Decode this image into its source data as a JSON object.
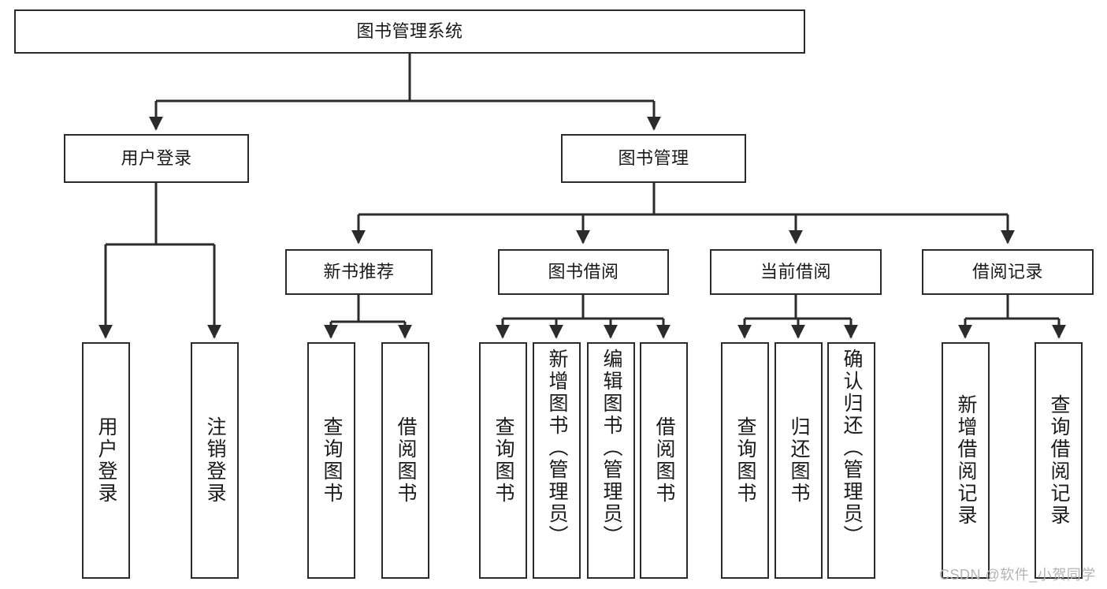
{
  "diagram": {
    "type": "tree",
    "title": "图书管理系统",
    "watermark": "CSDN @软件_小贺同学",
    "colors": {
      "border": "#2b2b2b",
      "background": "#ffffff",
      "text": "#1a1a1a",
      "watermark": "#b4b4b4"
    },
    "levels": {
      "root": {
        "label": "图书管理系统"
      },
      "level2": [
        {
          "id": "user-login",
          "label": "用户登录"
        },
        {
          "id": "book-manage",
          "label": "图书管理"
        }
      ],
      "level3": [
        {
          "id": "new-book-recommend",
          "label": "新书推荐",
          "parent": "book-manage"
        },
        {
          "id": "book-borrow",
          "label": "图书借阅",
          "parent": "book-manage"
        },
        {
          "id": "current-borrow",
          "label": "当前借阅",
          "parent": "book-manage"
        },
        {
          "id": "borrow-record",
          "label": "借阅记录",
          "parent": "book-manage"
        }
      ],
      "leaves": [
        {
          "id": "leaf-user-login",
          "label": "用户登录",
          "parent": "user-login"
        },
        {
          "id": "leaf-logout",
          "label": "注销登录",
          "parent": "user-login"
        },
        {
          "id": "leaf-query-book-1",
          "label": "查询图书",
          "parent": "new-book-recommend"
        },
        {
          "id": "leaf-borrow-book-1",
          "label": "借阅图书",
          "parent": "new-book-recommend"
        },
        {
          "id": "leaf-query-book-2",
          "label": "查询图书",
          "parent": "book-borrow"
        },
        {
          "id": "leaf-add-book",
          "label": "新增图书（管理员）",
          "parent": "book-borrow"
        },
        {
          "id": "leaf-edit-book",
          "label": "编辑图书（管理员）",
          "parent": "book-borrow"
        },
        {
          "id": "leaf-borrow-book-2",
          "label": "借阅图书",
          "parent": "book-borrow"
        },
        {
          "id": "leaf-query-book-3",
          "label": "查询图书",
          "parent": "current-borrow"
        },
        {
          "id": "leaf-return-book",
          "label": "归还图书",
          "parent": "current-borrow"
        },
        {
          "id": "leaf-confirm-return",
          "label": "确认归还（管理员）",
          "parent": "current-borrow"
        },
        {
          "id": "leaf-add-record",
          "label": "新增借阅记录",
          "parent": "borrow-record"
        },
        {
          "id": "leaf-query-record",
          "label": "查询借阅记录",
          "parent": "borrow-record"
        }
      ]
    }
  }
}
